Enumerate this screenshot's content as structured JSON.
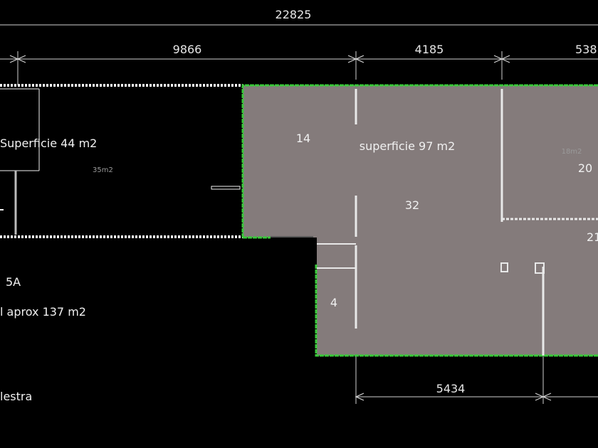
{
  "dimensions": {
    "total": "22825",
    "left_segment": "9866",
    "mid_segment": "4185",
    "right_segment": "538",
    "bottom_segment": "5434"
  },
  "rooms": {
    "left_area": "Superficie 44 m2",
    "left_small_area": "35m2",
    "main_area": "superficie 97 m2",
    "room_14": "14",
    "room_32": "32",
    "room_4": "4",
    "room_20": "20",
    "room_20_area": "18m2",
    "room_21": "21"
  },
  "notes": {
    "unit": "5A",
    "total_area": "l aprox 137  m2",
    "bottom_text": "lestra"
  },
  "colors": {
    "background": "#000000",
    "floor_fill": "#847b7b",
    "wall": "#e8e8e8",
    "outline_highlight": "#39c93a",
    "dimension_line": "#d0d0d0"
  }
}
